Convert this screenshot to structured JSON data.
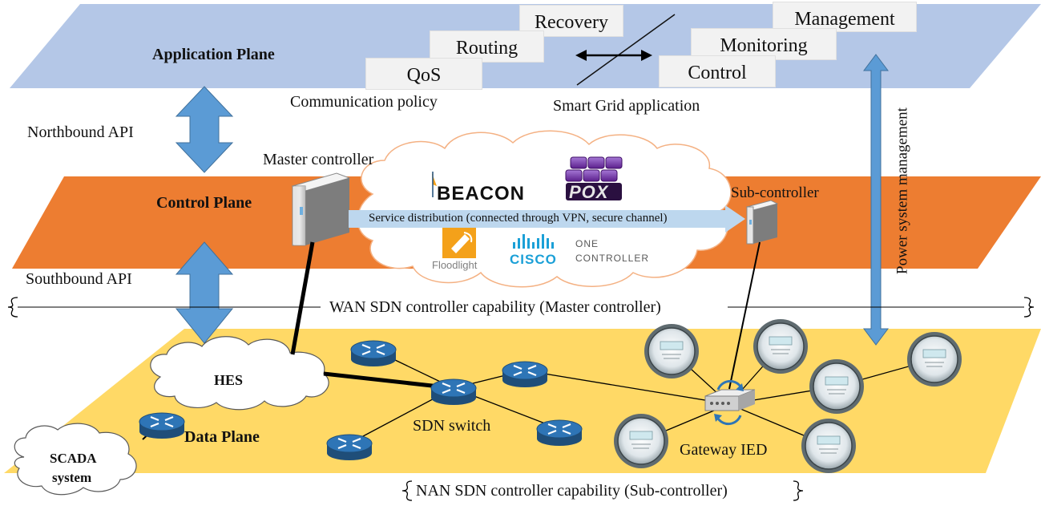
{
  "planes": {
    "application": "Application Plane",
    "control": "Control Plane",
    "data": "Data Plane"
  },
  "apis": {
    "northbound": "Northbound API",
    "southbound": "Southbound API"
  },
  "application_tabs": {
    "qos": "QoS",
    "routing": "Routing",
    "recovery": "Recovery",
    "control": "Control",
    "monitoring": "Monitoring",
    "management": "Management"
  },
  "captions": {
    "communication_policy": "Communication policy",
    "smart_grid_application": "Smart Grid application",
    "power_system_management": "Power system management",
    "wan_capability": "WAN SDN controller capability (Master controller)",
    "nan_capability": "NAN SDN controller capability (Sub-controller)"
  },
  "controllers": {
    "master": "Master controller",
    "sub": "Sub-controller",
    "service_distribution": "Service distribution (connected through VPN, secure channel)"
  },
  "controller_logos": {
    "beacon": "BEACON",
    "pox": "POX",
    "floodlight": "Floodlight",
    "cisco": "CISCO",
    "one_controller_line1": "ONE",
    "one_controller_line2": "CONTROLLER"
  },
  "data_plane": {
    "hes": "HES",
    "scada_line1": "SCADA",
    "scada_line2": "system",
    "sdn_switch": "SDN switch",
    "gateway_ied": "Gateway IED"
  },
  "colors": {
    "application_plane": "#b4c7e7",
    "control_plane": "#ed7d31",
    "data_plane": "#ffd966",
    "api_arrow": "#5b9bd5",
    "router": "#2e75b6",
    "service_arrow": "#bdd7ee",
    "pox_purple": "#7030a0",
    "floodlight_orange": "#f4a11a",
    "cisco_blue": "#1ba0d7"
  }
}
